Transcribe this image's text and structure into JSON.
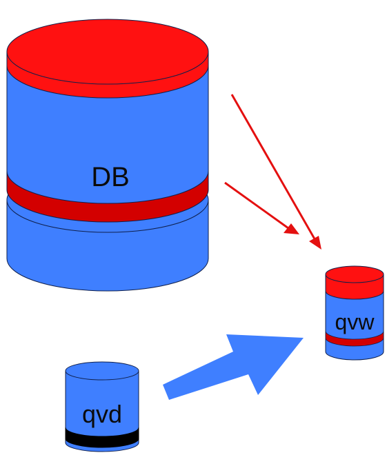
{
  "diagram": {
    "nodes": [
      {
        "id": "db",
        "label": "DB"
      },
      {
        "id": "qvw",
        "label": "qvw"
      },
      {
        "id": "qvd",
        "label": "qvd"
      }
    ],
    "edges": [
      {
        "from": "db",
        "to": "qvw"
      },
      {
        "from": "db",
        "to": "qvw"
      },
      {
        "from": "qvd",
        "to": "qvw"
      }
    ]
  },
  "colors": {
    "body_blue": "#3f7fff",
    "stripe_red": "#ff1111",
    "dark_red": "#cc0000",
    "stripe_black": "#000000",
    "arrow_red": "#e41010",
    "arrow_blue": "#3f7fff",
    "outline": "#0f1f4a"
  }
}
